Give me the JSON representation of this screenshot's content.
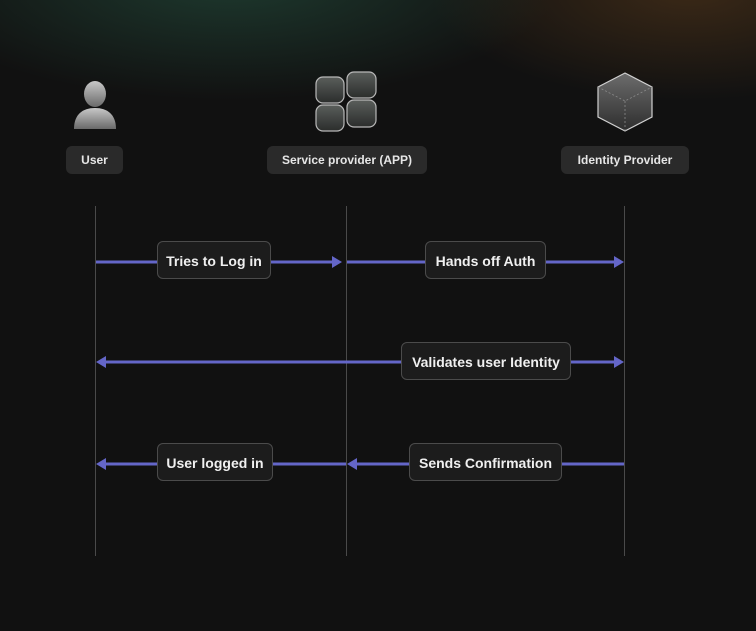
{
  "actors": {
    "user": {
      "label": "User",
      "icon": "user-icon"
    },
    "app": {
      "label": "Service provider (APP)",
      "icon": "app-blocks-icon"
    },
    "idp": {
      "label": "Identity Provider",
      "icon": "cube-icon"
    }
  },
  "messages": [
    {
      "label": "Tries to Log in",
      "from": "User",
      "to": "Service provider (APP)"
    },
    {
      "label": "Hands off Auth",
      "from": "Service provider (APP)",
      "to": "Identity Provider"
    },
    {
      "label": "Validates user Identity",
      "from": "User",
      "to": "Identity Provider",
      "bidirectional": true
    },
    {
      "label": "User logged in",
      "from": "Service provider (APP)",
      "to": "User"
    },
    {
      "label": "Sends Confirmation",
      "from": "Identity Provider",
      "to": "Service provider (APP)"
    }
  ],
  "colors": {
    "arrow": "#6466c8",
    "lifeline": "#4a4a4a",
    "label_bg": "#2a2a2a",
    "background": "#111111"
  }
}
